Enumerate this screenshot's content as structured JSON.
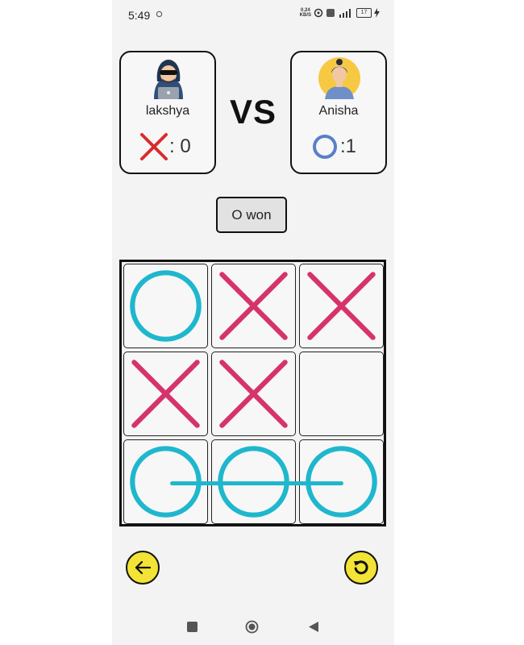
{
  "status_bar": {
    "time": "5:49",
    "net_speed_value": "0.24",
    "net_speed_unit": "KB/S",
    "battery": "17"
  },
  "players": {
    "left": {
      "name": "lakshya",
      "mark": "X",
      "score_text": ": 0",
      "avatar": "hacker-avatar"
    },
    "right": {
      "name": "Anisha",
      "mark": "O",
      "score_text": ":1",
      "avatar": "woman-avatar"
    }
  },
  "vs_label": "VS",
  "game_status": "O won",
  "board": {
    "cells": [
      "O",
      "X",
      "X",
      "X",
      "X",
      "",
      "O",
      "O",
      "O"
    ],
    "winning_row": [
      6,
      7,
      8
    ]
  },
  "colors": {
    "x_color": "#d6336c",
    "o_color": "#1fb7cd",
    "score_x_color": "#d92b2b",
    "score_o_color": "#5a7fc9",
    "button_yellow": "#f2e336"
  },
  "controls": {
    "back_icon": "arrow-left-icon",
    "restart_icon": "restart-icon"
  }
}
